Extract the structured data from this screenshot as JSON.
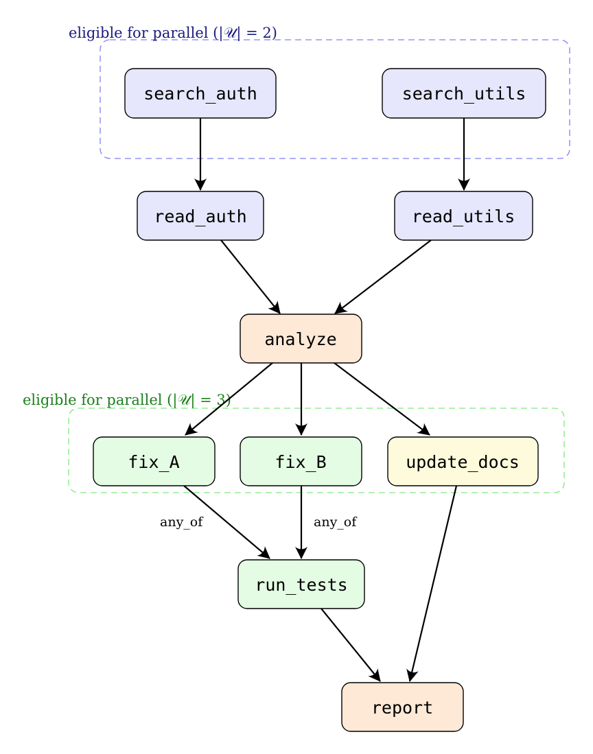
{
  "groups": [
    {
      "id": "parallel-2",
      "label": "eligible for parallel (|𝒰| = 2)",
      "color": "#8080f0",
      "label_color": "#1a1a80"
    },
    {
      "id": "parallel-3",
      "label": "eligible for parallel (|𝒰| = 3)",
      "color": "#80e880",
      "label_color": "#1a801a"
    }
  ],
  "nodes": [
    {
      "id": "search_auth",
      "label": "search_auth",
      "fill": "#e6e6fc"
    },
    {
      "id": "search_utils",
      "label": "search_utils",
      "fill": "#e6e6fc"
    },
    {
      "id": "read_auth",
      "label": "read_auth",
      "fill": "#e6e6fc"
    },
    {
      "id": "read_utils",
      "label": "read_utils",
      "fill": "#e6e6fc"
    },
    {
      "id": "analyze",
      "label": "analyze",
      "fill": "#fde9d6"
    },
    {
      "id": "fix_A",
      "label": "fix_A",
      "fill": "#e3fce3"
    },
    {
      "id": "fix_B",
      "label": "fix_B",
      "fill": "#e3fce3"
    },
    {
      "id": "update_docs",
      "label": "update_docs",
      "fill": "#fdfbdc"
    },
    {
      "id": "run_tests",
      "label": "run_tests",
      "fill": "#e3fce3"
    },
    {
      "id": "report",
      "label": "report",
      "fill": "#fde9d6"
    }
  ],
  "edges": [
    {
      "from": "search_auth",
      "to": "read_auth"
    },
    {
      "from": "search_utils",
      "to": "read_utils"
    },
    {
      "from": "read_auth",
      "to": "analyze"
    },
    {
      "from": "read_utils",
      "to": "analyze"
    },
    {
      "from": "analyze",
      "to": "fix_A"
    },
    {
      "from": "analyze",
      "to": "fix_B"
    },
    {
      "from": "analyze",
      "to": "update_docs"
    },
    {
      "from": "fix_A",
      "to": "run_tests",
      "label": "any_of"
    },
    {
      "from": "fix_B",
      "to": "run_tests",
      "label": "any_of"
    },
    {
      "from": "run_tests",
      "to": "report"
    },
    {
      "from": "update_docs",
      "to": "report"
    }
  ]
}
